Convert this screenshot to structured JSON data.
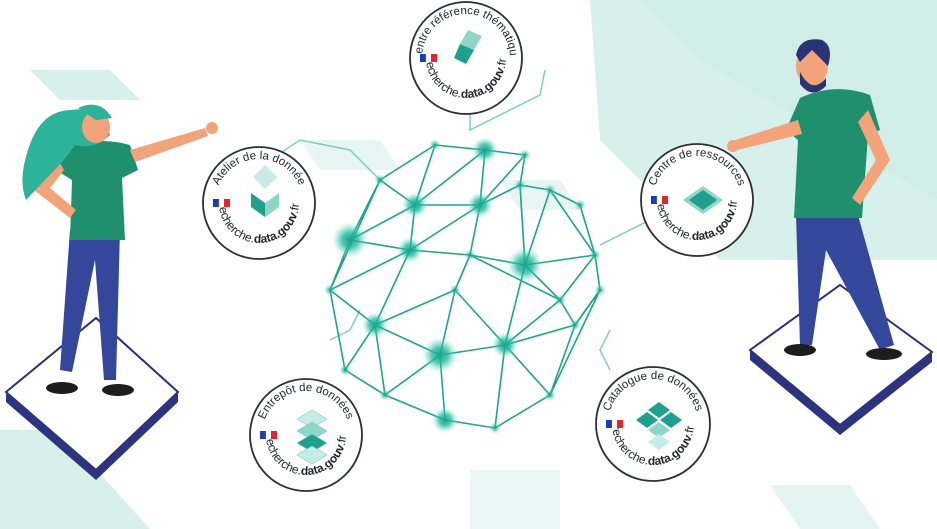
{
  "colors": {
    "teal": "#1fa08f",
    "teal_light": "#bfe6e1",
    "teal_pale": "#e3f4f1",
    "green_shirt": "#1f8f6e",
    "navy": "#2f3a8f",
    "navy_dark": "#1f2760",
    "skin": "#f2a37a",
    "hair_woman": "#2cb39a",
    "hair_man": "#2a3474",
    "french_blue": "#1f3bb3",
    "french_red": "#e4262c"
  },
  "badges": [
    {
      "id": "centre-reference",
      "title": "Centre référence thématique",
      "url_prefix": "recherche.",
      "url_bold": "data.gouv",
      "url_suffix": ".fr",
      "icon": "folded-ribbon-icon"
    },
    {
      "id": "atelier",
      "title": "Atelier de la donnée",
      "url_prefix": "recherche.",
      "url_bold": "data.gouv",
      "url_suffix": ".fr",
      "icon": "open-box-icon"
    },
    {
      "id": "centre-ressources",
      "title": "Centre de ressources",
      "url_prefix": "recherche.",
      "url_bold": "data.gouv",
      "url_suffix": ".fr",
      "icon": "diamond-tile-icon"
    },
    {
      "id": "entrepot",
      "title": "Entrepôt de données",
      "url_prefix": "recherche.",
      "url_bold": "data.gouv",
      "url_suffix": ".fr",
      "icon": "stacked-layers-icon"
    },
    {
      "id": "catalogue",
      "title": "Catalogue de données",
      "url_prefix": "recherche.",
      "url_bold": "data.gouv",
      "url_suffix": ".fr",
      "icon": "diamond-grid-icon"
    }
  ],
  "people": [
    {
      "id": "woman",
      "role": "woman-character"
    },
    {
      "id": "man",
      "role": "man-character"
    }
  ],
  "network": {
    "icon": "network-sphere-icon"
  }
}
